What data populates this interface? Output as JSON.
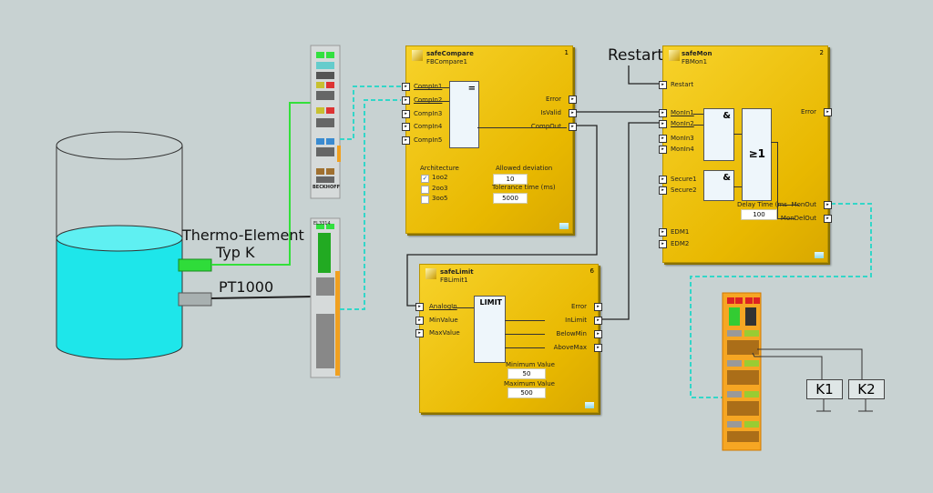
{
  "labels": {
    "thermo": "Thermo-Element",
    "typk": "Typ K",
    "pt1000": "PT1000",
    "restart": "Restart",
    "k1": "K1",
    "k2": "K2",
    "module_lower": "EL3314",
    "brand": "BECKHOFF"
  },
  "compare": {
    "type": "safeCompare",
    "name": "FBCompare1",
    "number": "1",
    "symbol": "=",
    "inputs": [
      "CompIn1",
      "CompIn2",
      "CompIn3",
      "CompIn4",
      "CompIn5"
    ],
    "outputs": [
      "Error",
      "IsValid",
      "CompOut"
    ],
    "architecture_label": "Architecture",
    "architecture": [
      {
        "label": "1oo2",
        "checked": true
      },
      {
        "label": "2oo3",
        "checked": false
      },
      {
        "label": "3oo5",
        "checked": false
      }
    ],
    "deviation_label": "Allowed deviation",
    "deviation": "10",
    "tolerance_label": "Tolerance time (ms)",
    "tolerance": "5000"
  },
  "mon": {
    "type": "safeMon",
    "name": "FBMon1",
    "number": "2",
    "and": "&",
    "or": "≥1",
    "inputs": [
      "Restart",
      "MonIn1",
      "MonIn2",
      "MonIn3",
      "MonIn4",
      "Secure1",
      "Secure2",
      "EDM1",
      "EDM2"
    ],
    "outputs": [
      "Error",
      "MonOut",
      "MonDelOut"
    ],
    "delay_label": "Delay Time (ms",
    "delay": "100"
  },
  "limit": {
    "type": "safeLimit",
    "name": "FBLimit1",
    "number": "6",
    "symbol": "LIMIT",
    "inputs": [
      "AnalogIn",
      "MinValue",
      "MaxValue"
    ],
    "outputs": [
      "Error",
      "InLimit",
      "BelowMin",
      "AboveMax"
    ],
    "min_label": "Minimum Value",
    "min": "50",
    "max_label": "Maximum Value",
    "max": "500"
  },
  "colors": {
    "background": "#c8d2d2",
    "water": "#1ee6ea",
    "block": "#f0c414",
    "safety_wire": "#33d6c8",
    "green_wire": "#33e03a",
    "terminal_orange": "#f6a623"
  }
}
